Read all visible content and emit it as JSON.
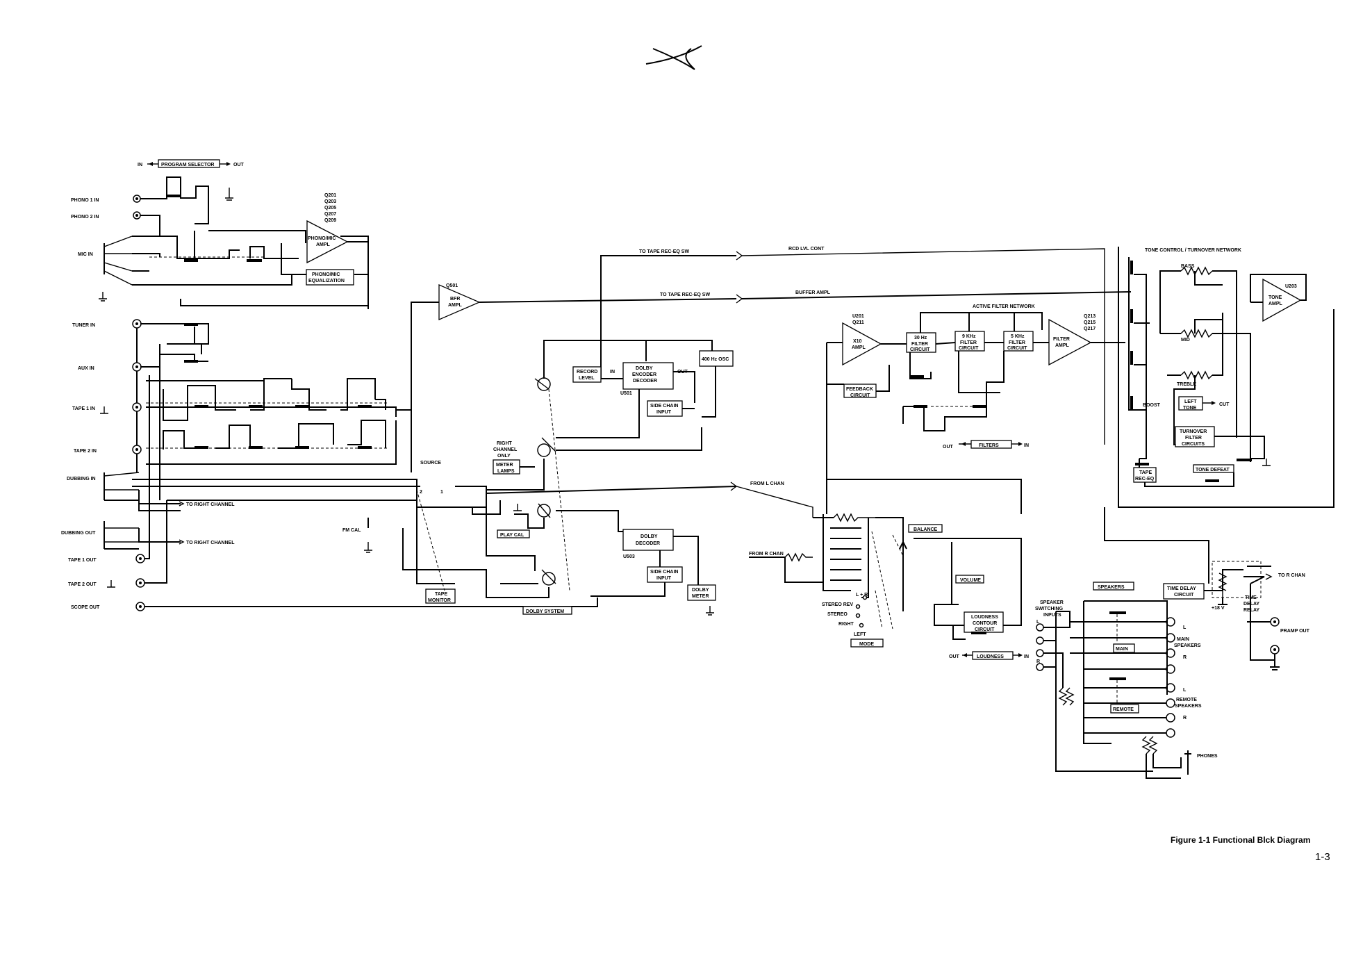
{
  "figure": {
    "caption": "Figure 1-1 Functional Blck Diagram",
    "page_number": "1-3"
  },
  "program_selector": {
    "in": "IN",
    "label": "PROGRAM SELECTOR",
    "out": "OUT"
  },
  "inputs": {
    "phono1": "PHONO 1 IN",
    "phono2": "PHONO 2 IN",
    "mic": "MIC IN",
    "tuner": "TUNER IN",
    "aux": "AUX IN",
    "tape1": "TAPE 1 IN",
    "tape2": "TAPE 2 IN",
    "dubbing_in": "DUBBING IN",
    "dubbing_out": "DUBBING OUT",
    "tape1_out": "TAPE 1 OUT",
    "tape2_out": "TAPE 2 OUT",
    "scope_out": "SCOPE OUT"
  },
  "phono": {
    "transistors": [
      "Q201",
      "Q203",
      "Q205",
      "Q207",
      "Q209"
    ],
    "amp": [
      "PHONO/MIC",
      "AMPL"
    ],
    "eq": [
      "PHONO/MIC",
      "EQUALIZATION"
    ]
  },
  "buffer": {
    "id": "Q501",
    "label": [
      "BFR",
      "AMPL"
    ]
  },
  "routing": {
    "to_tape_sw_1": "TO TAPE REC-EQ SW",
    "to_tape_sw_2": "TO TAPE REC-EQ SW",
    "rcd_lvl": "RCD LVL CONT",
    "buffer_ampl": "BUFFER AMPL",
    "from_l": "FROM L CHAN",
    "from_r": "FROM R CHAN",
    "to_right_1": "TO RIGHT CHANNEL",
    "to_right_2": "TO RIGHT CHANNEL"
  },
  "dolby": {
    "record_level": [
      "RECORD",
      "LEVEL"
    ],
    "encoder": [
      "DOLBY",
      "ENCODER",
      "DECODER"
    ],
    "u501": "U501",
    "in": "IN",
    "out": "OUT",
    "osc": "400 Hz OSC",
    "side_chain_1": [
      "SIDE CHAIN",
      "INPUT"
    ],
    "right_only": [
      "RIGHT",
      "CHANNEL",
      "ONLY"
    ],
    "meter_lamps": [
      "METER",
      "LAMPS"
    ],
    "play_cal": "PLAY CAL",
    "decoder": [
      "DOLBY",
      "DECODER"
    ],
    "u503": "U503",
    "side_chain_2": [
      "SIDE CHAIN",
      "INPUT"
    ],
    "meter": [
      "DOLBY",
      "METER"
    ],
    "system": "DOLBY SYSTEM",
    "fm_cal": "FM CAL",
    "source": "SOURCE",
    "source_pos": [
      "2",
      "1"
    ],
    "tape_monitor": [
      "TAPE",
      "MONITOR"
    ]
  },
  "filters": {
    "u201": [
      "U201",
      "Q211"
    ],
    "x10": [
      "X10",
      "AMPL"
    ],
    "feedback": [
      "FEEDBACK",
      "CIRCUIT"
    ],
    "network": "ACTIVE FILTER NETWORK",
    "f30": [
      "30 Hz",
      "FILTER",
      "CIRCUIT"
    ],
    "f9": [
      "9 KHz",
      "FILTER",
      "CIRCUIT"
    ],
    "f5": [
      "5 KHz",
      "FILTER",
      "CIRCUIT"
    ],
    "fampl_ids": [
      "Q213",
      "Q215",
      "Q217"
    ],
    "fampl": [
      "FILTER",
      "AMPL"
    ],
    "filters_label": "FILTERS",
    "out": "OUT",
    "in": "IN"
  },
  "tone": {
    "network": "TONE CONTROL / TURNOVER NETWORK",
    "bass": "BASS",
    "mid": "MID",
    "treble": "TREBLE",
    "u203": "U203",
    "ampl": [
      "TONE",
      "AMPL"
    ],
    "boost": "BOOST",
    "left_tone": [
      "LEFT",
      "TONE"
    ],
    "cut": "CUT",
    "turnover": [
      "TURNOVER",
      "FILTER",
      "CIRCUITS"
    ],
    "tape_receq": [
      "TAPE",
      "REC-EQ"
    ],
    "defeat": "TONE DEFEAT"
  },
  "mode": {
    "balance": "BALANCE",
    "volume": "VOLUME",
    "loudness_circuit": [
      "LOUDNESS",
      "CONTOUR",
      "CIRCUIT"
    ],
    "loudness": "LOUDNESS",
    "out": "OUT",
    "in": "IN",
    "lr": "L + R",
    "stereo_rev": "STEREO REV",
    "stereo": "STEREO",
    "right": "RIGHT",
    "left": "LEFT",
    "mode": "MODE"
  },
  "speakers": {
    "switching": [
      "SPEAKER",
      "SWITCHING",
      "INPUTS"
    ],
    "speakers": "SPEAKERS",
    "main": "MAIN",
    "remote": "REMOTE",
    "main_speakers": [
      "MAIN",
      "SPEAKERS"
    ],
    "remote_speakers": [
      "REMOTE",
      "SPEAKERS"
    ],
    "phones": "PHONES",
    "time_delay": [
      "TIME DELAY",
      "CIRCUIT"
    ],
    "relay": [
      "TIME",
      "DELAY",
      "RELAY"
    ],
    "plus18": "+18 V",
    "to_r": "TO R CHAN",
    "preamp_out": "PRAMP OUT",
    "lr_marks": [
      "L",
      "R"
    ]
  }
}
